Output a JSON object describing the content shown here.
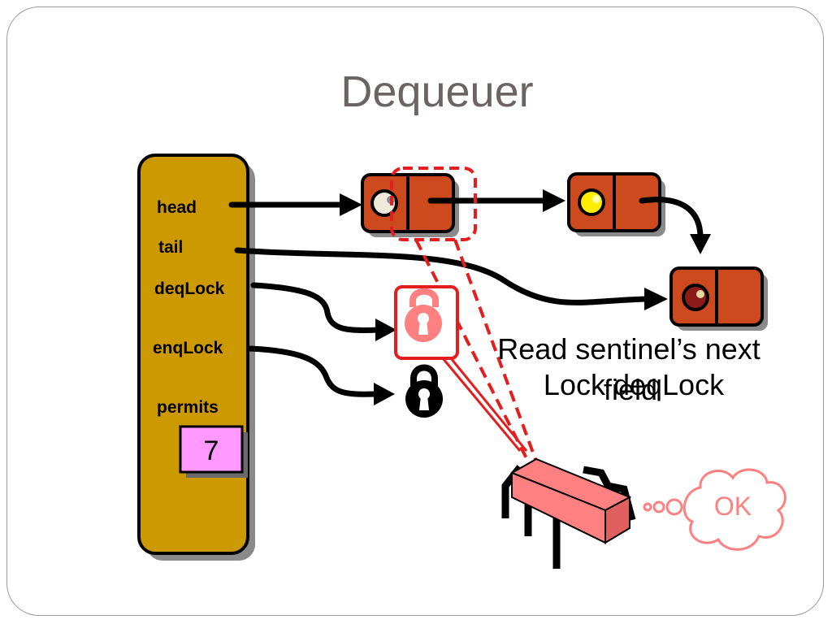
{
  "title": "Dequeuer",
  "fields": {
    "head": "head",
    "tail": "tail",
    "deqLock": "deqLock",
    "enqLock": "enqLock",
    "permits": "permits"
  },
  "permits_value": "7",
  "captions": {
    "line1": "Read sentinel’s next",
    "line2a": "Lock deqLock",
    "line2b": "field"
  },
  "thought": "OK",
  "colors": {
    "box": "#cc9900",
    "node": "#cc4a1e",
    "permits_bg": "#ff99ff",
    "highlight": "#e41e1e",
    "lock_open": "#ff8080",
    "thread": "#ff8080"
  }
}
